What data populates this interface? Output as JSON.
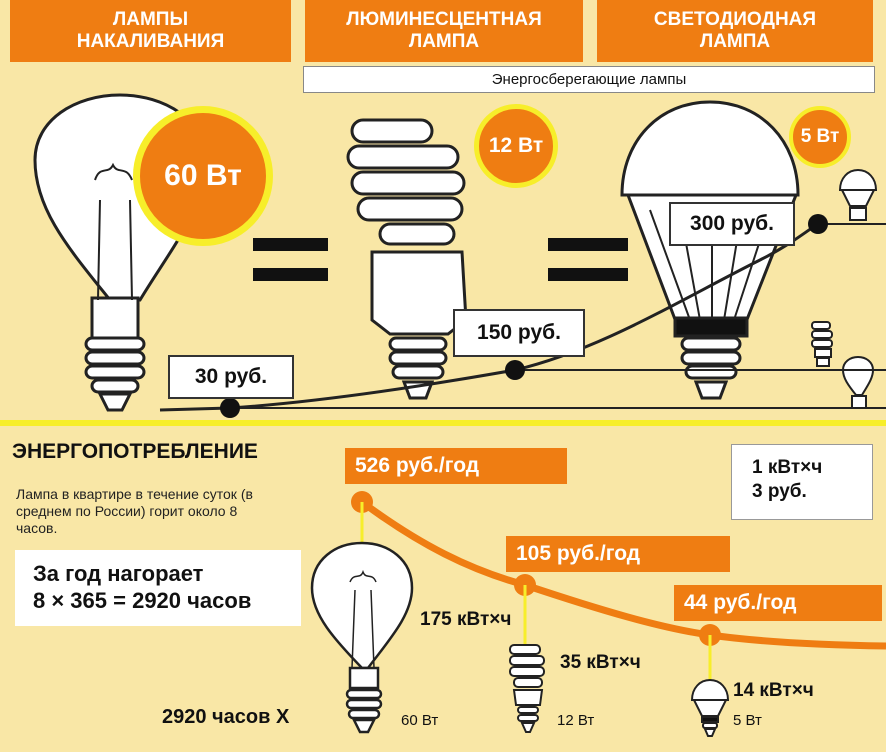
{
  "headers": [
    {
      "label": "ЛАМПЫ\nНАКАЛИВАНИЯ"
    },
    {
      "label": "ЛЮМИНЕСЦЕНТНАЯ\nЛАМПА"
    },
    {
      "label": "СВЕТОДИОДНАЯ\nЛАМПА"
    }
  ],
  "subheader": "Энергосберегающие лампы",
  "power_badges": [
    "60 Вт",
    "12 Вт",
    "5 Вт"
  ],
  "prices": [
    "30 руб.",
    "150 руб.",
    "300 руб."
  ],
  "consumption": {
    "title": "ЭНЕРГОПОТРЕБЛЕНИЕ",
    "note": "Лампа в квартире в течение суток (в среднем по России) горит около 8 часов.",
    "year_line1": "За год нагорает",
    "year_line2": "8 × 365 = 2920 часов",
    "hours_label": "2920 часов Х",
    "rate_line1": "1 кВт×ч",
    "rate_line2": "3 руб.",
    "costs": [
      "526 руб./год",
      "105 руб./год",
      "44 руб./год"
    ],
    "energy": [
      "175 кВт×ч",
      "35 кВт×ч",
      "14 кВт×ч"
    ],
    "watts": [
      "60 Вт",
      "12 Вт",
      "5 Вт"
    ]
  },
  "colors": {
    "orange": "#ef7d12",
    "background": "#f9e7a6",
    "yellow": "#f7ee2a"
  }
}
